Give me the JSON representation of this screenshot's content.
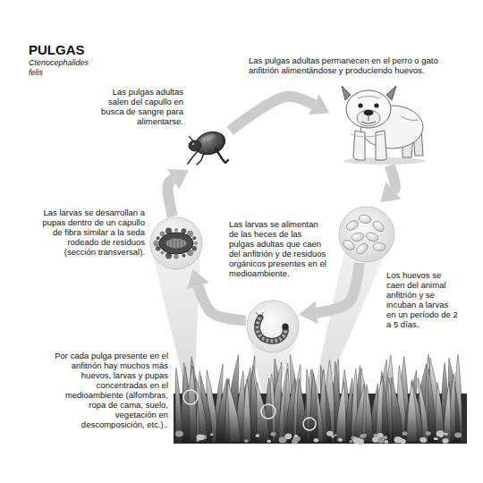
{
  "diagram": {
    "title": "PULGAS",
    "nodes": [
      {
        "text": [
          "Las pulgas adultas salen del capullo en busca de sangre para alimentarse."
        ]
      },
      {
        "text": [
          "Las pulgas adultas permanecen en el perro o gato anfitrión alimentándose y produciendo huevos."
        ]
      },
      {
        "text": [
          "Los huevos se caen del animal anfitrión y se incuban a larvas en un período de 2 a 5 días."
        ]
      },
      {
        "text": [
          "Las larvas se alimentan de las heces de las pulgas adultas que caen del anfitrión y de residuos orgánicos presentes en el medioambiente."
        ]
      },
      {
        "text": [
          "Las larvas se desarrollan a pupas dentro de un capullo de fibra similar a la seda rodeado de residuos (sección transversal)."
        ]
      }
    ],
    "edges": [
      {
        "from": 0,
        "to": 1,
        "arrow": "to"
      },
      {
        "from": 1,
        "to": 2,
        "arrow": "to"
      },
      {
        "from": 2,
        "to": 3,
        "arrow": "to"
      },
      {
        "from": 3,
        "to": 4,
        "arrow": "to"
      },
      {
        "from": 4,
        "to": 0,
        "arrow": "to"
      }
    ],
    "labels": [
      "Ctenocephalides felis",
      "Por cada pulga presente en el anfitrión hay muchos más huevos, larvas y pupas concentradas en el medioambiente (alfombras, ropa de cama, suelo, vegetación en descomposición, etc.).."
    ]
  }
}
